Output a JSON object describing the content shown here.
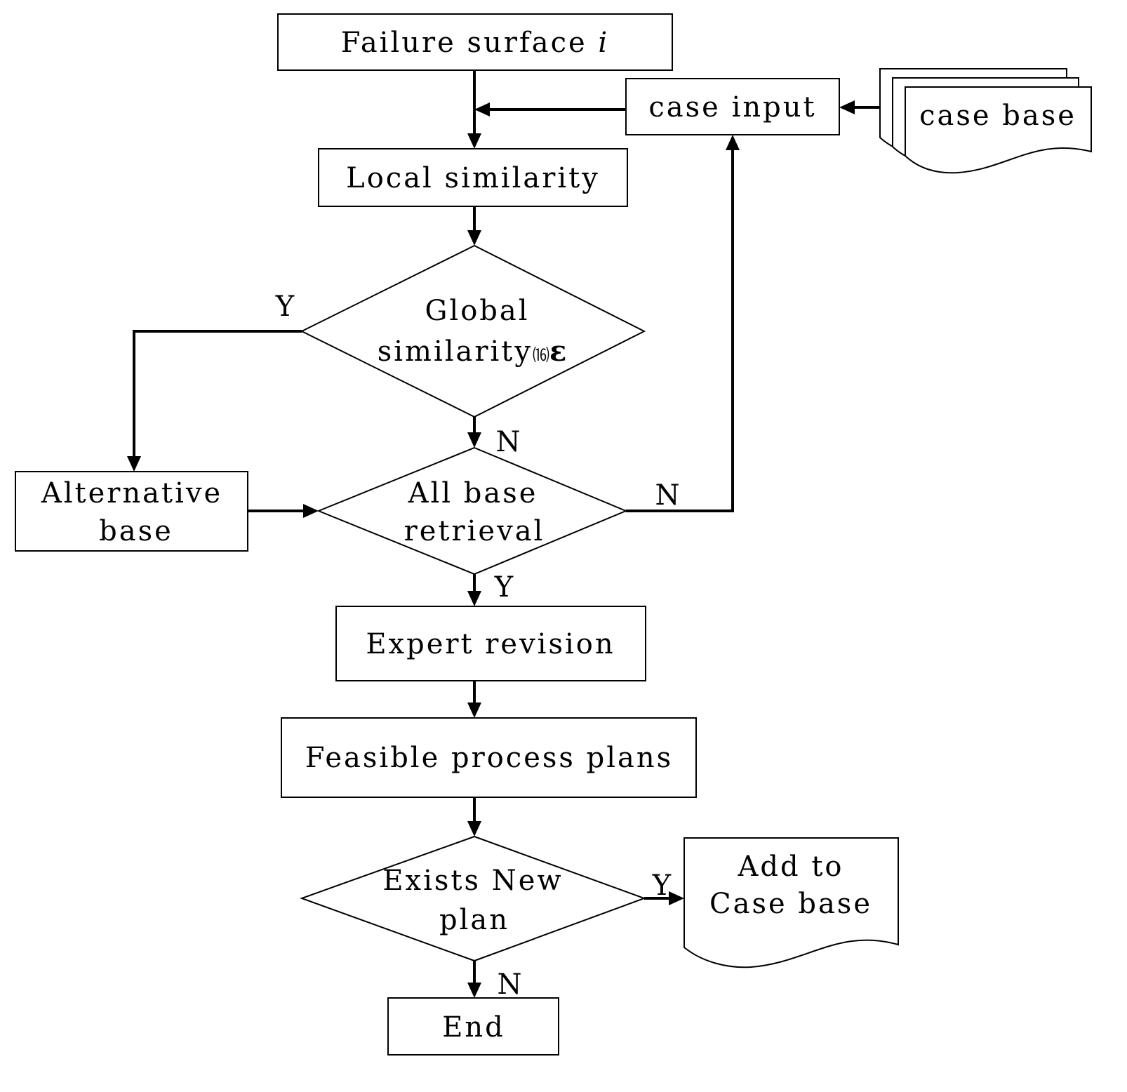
{
  "nodes": {
    "failure_surface": {
      "text": "Failure surface ",
      "italic_suffix": "i"
    },
    "case_input": {
      "text": "case input"
    },
    "case_base_store": {
      "text": "case base"
    },
    "local_similarity": {
      "text": "Local similarity"
    },
    "global_similarity": {
      "line1": "Global",
      "line2": "similarity",
      "ref": "⒃",
      "epsilon": "ε"
    },
    "alternative_base": {
      "line1": "Alternative",
      "line2": "base"
    },
    "all_base_retrieval": {
      "line1": "All base",
      "line2": "retrieval"
    },
    "expert_revision": {
      "text": "Expert revision"
    },
    "feasible_plans": {
      "text": "Feasible process plans"
    },
    "exists_new_plan": {
      "line1": "Exists New",
      "line2": "plan"
    },
    "add_to_case_base": {
      "line1": "Add to",
      "line2": "Case base"
    },
    "end": {
      "text": "End"
    }
  },
  "branches": {
    "global_yes": "Y",
    "global_no": "N",
    "retrieval_no": "N",
    "retrieval_yes": "Y",
    "new_plan_yes": "Y",
    "new_plan_no": "N"
  }
}
